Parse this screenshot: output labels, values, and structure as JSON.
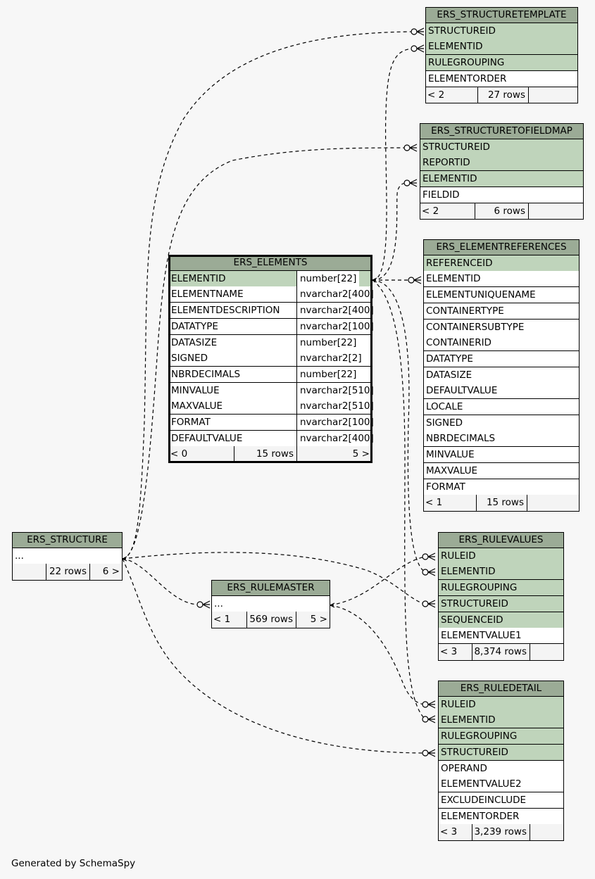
{
  "credit": "Generated by SchemaSpy",
  "tables": [
    {
      "id": "structuretemplate",
      "title": "ERS_STRUCTURETEMPLATE",
      "rows": [
        {
          "name": "STRUCTUREID",
          "pk": true
        },
        {
          "name": "ELEMENTID",
          "pk": true
        },
        {
          "name": "RULEGROUPING",
          "pk": true
        },
        {
          "name": "ELEMENTORDER",
          "pk": false
        }
      ],
      "footer": {
        "left": "< 2",
        "mid": "27 rows",
        "right": ""
      }
    },
    {
      "id": "structuretofieldmap",
      "title": "ERS_STRUCTURETOFIELDMAP",
      "rows": [
        {
          "name": "STRUCTUREID",
          "pk": true
        },
        {
          "name": "REPORTID",
          "pk": true
        },
        {
          "name": "ELEMENTID",
          "pk": true
        },
        {
          "name": "FIELDID",
          "pk": false
        }
      ],
      "footer": {
        "left": "< 2",
        "mid": "6 rows",
        "right": ""
      }
    },
    {
      "id": "elementreferences",
      "title": "ERS_ELEMENTREFERENCES",
      "rows": [
        {
          "name": "REFERENCEID",
          "pk": true
        },
        {
          "name": "ELEMENTID",
          "pk": false
        },
        {
          "name": "ELEMENTUNIQUENAME",
          "pk": false
        },
        {
          "name": "CONTAINERTYPE",
          "pk": false
        },
        {
          "name": "CONTAINERSUBTYPE",
          "pk": false
        },
        {
          "name": "CONTAINERID",
          "pk": false
        },
        {
          "name": "DATATYPE",
          "pk": false
        },
        {
          "name": "DATASIZE",
          "pk": false
        },
        {
          "name": "DEFAULTVALUE",
          "pk": false
        },
        {
          "name": "LOCALE",
          "pk": false
        },
        {
          "name": "SIGNED",
          "pk": false
        },
        {
          "name": "NBRDECIMALS",
          "pk": false
        },
        {
          "name": "MINVALUE",
          "pk": false
        },
        {
          "name": "MAXVALUE",
          "pk": false
        },
        {
          "name": "FORMAT",
          "pk": false
        }
      ],
      "footer": {
        "left": "< 1",
        "mid": "15 rows",
        "right": ""
      }
    },
    {
      "id": "elements",
      "title": "ERS_ELEMENTS",
      "focus": true,
      "rows": [
        {
          "name": "ELEMENTID",
          "type": "number[22]",
          "pk": true
        },
        {
          "name": "ELEMENTNAME",
          "type": "nvarchar2[400]",
          "pk": false
        },
        {
          "name": "ELEMENTDESCRIPTION",
          "type": "nvarchar2[400]",
          "pk": false
        },
        {
          "name": "DATATYPE",
          "type": "nvarchar2[100]",
          "pk": false
        },
        {
          "name": "DATASIZE",
          "type": "number[22]",
          "pk": false
        },
        {
          "name": "SIGNED",
          "type": "nvarchar2[2]",
          "pk": false
        },
        {
          "name": "NBRDECIMALS",
          "type": "number[22]",
          "pk": false
        },
        {
          "name": "MINVALUE",
          "type": "nvarchar2[510]",
          "pk": false
        },
        {
          "name": "MAXVALUE",
          "type": "nvarchar2[510]",
          "pk": false
        },
        {
          "name": "FORMAT",
          "type": "nvarchar2[100]",
          "pk": false
        },
        {
          "name": "DEFAULTVALUE",
          "type": "nvarchar2[400]",
          "pk": false
        }
      ],
      "footer": {
        "left": "< 0",
        "mid": "15 rows",
        "right": "5 >"
      }
    },
    {
      "id": "structure",
      "title": "ERS_STRUCTURE",
      "rows": [
        {
          "name": "...",
          "pk": false
        }
      ],
      "footer": {
        "left": "",
        "mid": "22 rows",
        "right": "6 >"
      }
    },
    {
      "id": "rulemaster",
      "title": "ERS_RULEMASTER",
      "rows": [
        {
          "name": "...",
          "pk": false
        }
      ],
      "footer": {
        "left": "< 1",
        "mid": "569 rows",
        "right": "5 >"
      }
    },
    {
      "id": "rulevalues",
      "title": "ERS_RULEVALUES",
      "rows": [
        {
          "name": "RULEID",
          "pk": true
        },
        {
          "name": "ELEMENTID",
          "pk": true
        },
        {
          "name": "RULEGROUPING",
          "pk": true
        },
        {
          "name": "STRUCTUREID",
          "pk": true
        },
        {
          "name": "SEQUENCEID",
          "pk": true
        },
        {
          "name": "ELEMENTVALUE1",
          "pk": false
        }
      ],
      "footer": {
        "left": "< 3",
        "mid": "8,374 rows",
        "right": ""
      }
    },
    {
      "id": "ruledetail",
      "title": "ERS_RULEDETAIL",
      "rows": [
        {
          "name": "RULEID",
          "pk": true
        },
        {
          "name": "ELEMENTID",
          "pk": true
        },
        {
          "name": "RULEGROUPING",
          "pk": true
        },
        {
          "name": "STRUCTUREID",
          "pk": true
        },
        {
          "name": "OPERAND",
          "pk": false
        },
        {
          "name": "ELEMENTVALUE2",
          "pk": false
        },
        {
          "name": "EXCLUDEINCLUDE",
          "pk": false
        },
        {
          "name": "ELEMENTORDER",
          "pk": false
        }
      ],
      "footer": {
        "left": "< 3",
        "mid": "3,239 rows",
        "right": ""
      }
    }
  ],
  "relationships": [
    {
      "from": "structure",
      "to": "structuretemplate.STRUCTUREID"
    },
    {
      "from": "elements.ELEMENTID",
      "to": "structuretemplate.ELEMENTID"
    },
    {
      "from": "structure",
      "to": "structuretofieldmap.STRUCTUREID"
    },
    {
      "from": "elements.ELEMENTID",
      "to": "structuretofieldmap.ELEMENTID"
    },
    {
      "from": "elements.ELEMENTID",
      "to": "elementreferences.ELEMENTID"
    },
    {
      "from": "structure",
      "to": "rulemaster"
    },
    {
      "from": "rulemaster",
      "to": "rulevalues.RULEID"
    },
    {
      "from": "elements.ELEMENTID",
      "to": "rulevalues.ELEMENTID"
    },
    {
      "from": "structure",
      "to": "rulevalues.STRUCTUREID"
    },
    {
      "from": "rulemaster",
      "to": "ruledetail.RULEID"
    },
    {
      "from": "elements.ELEMENTID",
      "to": "ruledetail.ELEMENTID"
    },
    {
      "from": "structure",
      "to": "ruledetail.STRUCTUREID"
    }
  ]
}
